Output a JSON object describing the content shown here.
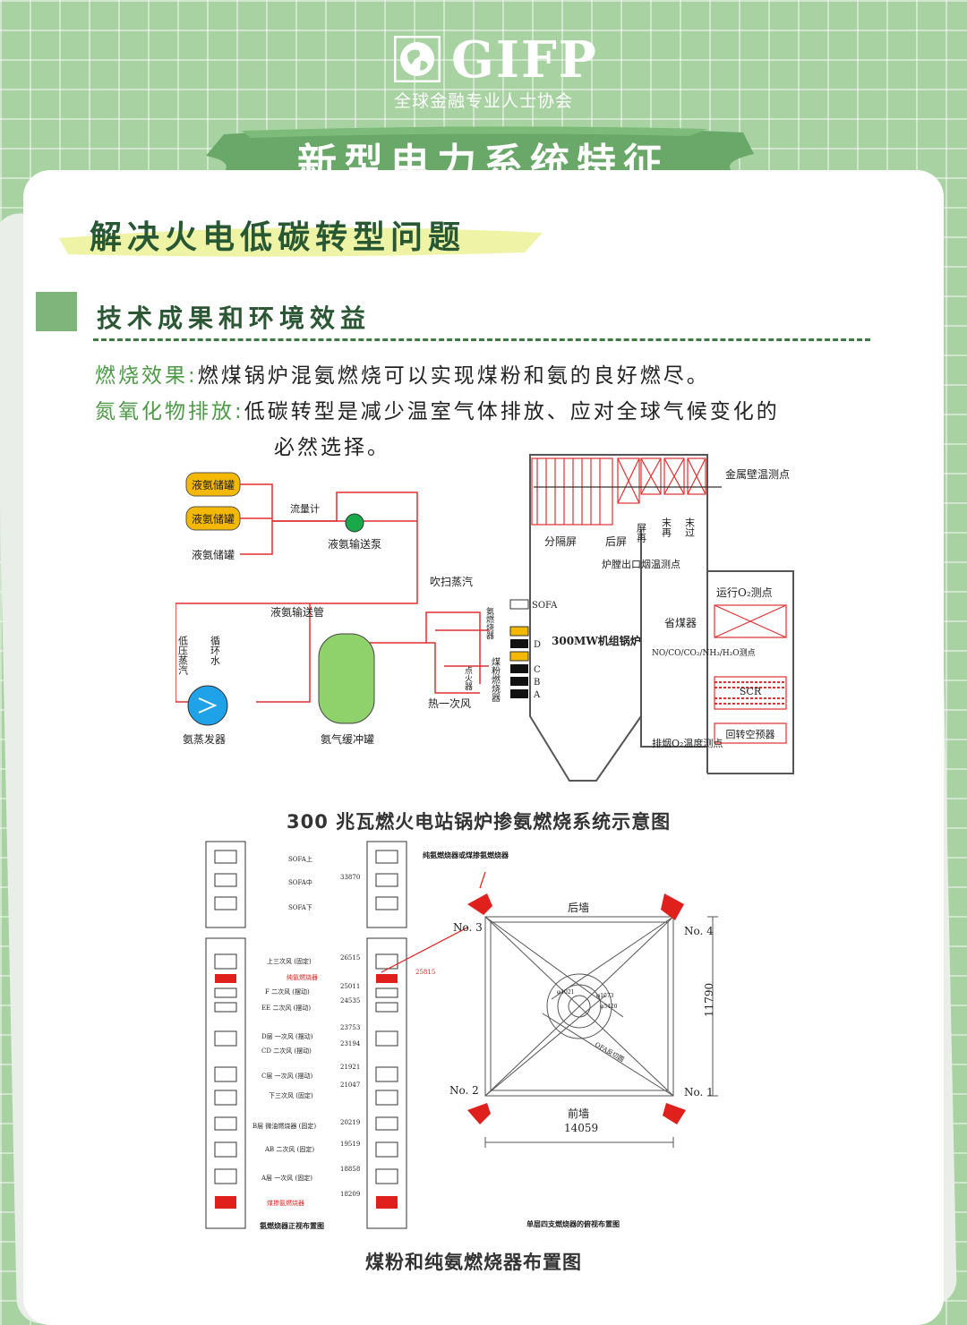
{
  "logo": {
    "text": "GIFP",
    "subtitle": "全球金融专业人士协会",
    "icon": "globe-icon"
  },
  "banner": {
    "title": "新型电力系统特征"
  },
  "heading": {
    "title": "解决火电低碳转型问题"
  },
  "section": {
    "title": "技术成果和环境效益"
  },
  "paragraphs": [
    {
      "label": "燃烧效果:",
      "text": "燃煤锅炉混氨燃烧可以实现煤粉和氨的良好燃尽。"
    },
    {
      "label": "氮氧化物排放:",
      "text": "低碳转型是减少温室气体排放、应对全球气候变化的",
      "text2": "必然选择。"
    }
  ],
  "diagram1": {
    "caption": "300 兆瓦燃火电站锅炉掺氨燃烧系统示意图",
    "labels": {
      "tank1": "液氨储罐",
      "tank2": "液氨储罐",
      "tank3": "液氨储罐",
      "flowmeter": "流量计",
      "pump": "液氨输送泵",
      "purge": "吹扫蒸汽",
      "pipe": "液氨输送管",
      "low_pressure": "低压蒸汽",
      "circulating": "循环水",
      "evaporator": "氨蒸发器",
      "buffer": "氨气缓冲罐",
      "ignite": "点火器",
      "ammonia_burner": "氨燃烧器",
      "coal_burner": "煤粉燃烧器",
      "hot_air": "热一次风",
      "sofa": "SOFA",
      "layer_d": "D",
      "layer_c": "C",
      "layer_b": "B",
      "layer_a": "A",
      "boiler": "300MW机组锅炉",
      "division": "分隔屏",
      "rear": "后屏",
      "screen_reheat": "屏再",
      "final_reheat": "末再",
      "final_super": "末过",
      "wall_temp": "金属壁温测点",
      "outlet": "炉膛出口烟温测点",
      "o2": "运行O₂测点",
      "economizer": "省煤器",
      "gas": "NO/CO/CO₂/NH₃/H₂O测点",
      "scr": "SCR",
      "preheater": "回转空预器",
      "exhaust": "排烟O₂温度测点"
    }
  },
  "diagram2": {
    "caption": "煤粉和纯氨燃烧器布置图",
    "labels": {
      "sofa_up": "SOFA上",
      "sofa_mid": "SOFA中",
      "sofa_low": "SOFA下",
      "upper3": "上三次风 (固定)",
      "pure_nh3": "纯氨燃烧器",
      "f2": "F 二次风 (摆动)",
      "ee2": "EE 二次风 (摆动)",
      "d1": "D层 一次风 (摆动)",
      "cd2": "CD 二次风 (摆动)",
      "c1": "C层 一次风 (摆动)",
      "lower3": "下三次风 (固定)",
      "b_oil": "B层 微油燃烧器 (固定)",
      "ab2": "AB 二次风 (固定)",
      "a1": "A层 一次风 (固定)",
      "coal_nh3": "煤掺氨燃烧器",
      "top_label": "纯氨燃烧器或煤掺氨燃烧器",
      "front_label": "氨燃烧器正视布置图",
      "top_view": "单层四支燃烧器的俯视布置图",
      "rear_wall": "后墙",
      "front_wall": "前墙",
      "no1": "No. 1",
      "no2": "No. 2",
      "no3": "No. 3",
      "no4": "No. 4",
      "width": "14059",
      "depth": "11790",
      "ofa": "OFA反切圆",
      "c1021": "φ1021",
      "c1073": "φ1073",
      "c5420": "φ5420"
    },
    "elevations": [
      "33870",
      "26515",
      "25815",
      "25011",
      "24535",
      "23753",
      "23194",
      "21921",
      "21047",
      "20219",
      "19519",
      "18858",
      "18209"
    ]
  },
  "colors": {
    "accent_green": "#4d9b47",
    "dark_green": "#285733",
    "red": "#e0201c",
    "yellow": "#f5b800",
    "tank_green": "#8fd16a",
    "blue": "#1fa2e8"
  }
}
